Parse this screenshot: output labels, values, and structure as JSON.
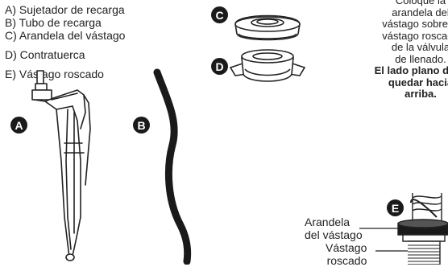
{
  "parts": [
    "A) Sujetador de recarga",
    "B) Tubo de recarga",
    "C) Arandela del vástago",
    "D) Contratuerca",
    "E) Vástago roscado"
  ],
  "badges": {
    "a": "A",
    "b": "B",
    "c": "C",
    "d": "D",
    "e": "E"
  },
  "instructions": {
    "lines": [
      "Coloque la",
      "arandela del",
      "vástago sobre el",
      "vástago roscado",
      "de la válvula",
      "de llenado."
    ],
    "bold_lines": [
      "El lado plano debe",
      "quedar hacia",
      "arriba."
    ]
  },
  "callouts": {
    "washer": [
      "Arandela",
      "del vástago"
    ],
    "shank": [
      "Vástago",
      "roscado"
    ]
  }
}
